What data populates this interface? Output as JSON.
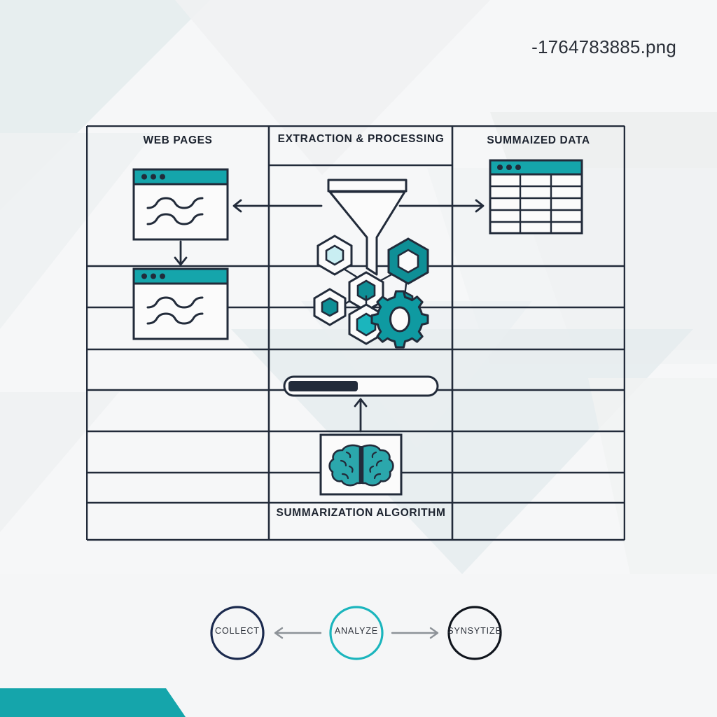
{
  "caption": {
    "filename": "-1764783885.png"
  },
  "colors": {
    "teal": "#15a5ab",
    "teal_dark": "#0f8f96",
    "teal_light": "#2bc4cb",
    "teal_pale": "#c9eef2",
    "navy": "#222b3a",
    "navy_dark": "#1b2433",
    "ink": "#1d2430",
    "background": "#f4f5f6",
    "arrow_gray": "#8d9298",
    "circle_collect": "#1b2a4e",
    "circle_analyze": "#1bb5bd",
    "circle_synsytize": "#10151d",
    "banner_teal": "#15a5ab"
  },
  "diagram": {
    "columns": [
      {
        "id": "web-pages",
        "header": "WEB PAGES",
        "icons": [
          "browser-window-icon",
          "down-arrow-icon",
          "browser-window-icon"
        ]
      },
      {
        "id": "extraction-processing",
        "header": "EXTRACTION & PROCESSING",
        "footer": "SUMMARIZATION ALGORITHM",
        "icons": [
          "funnel-icon",
          "hexagon-network-icon",
          "gear-icon",
          "progress-bar-icon",
          "up-arrow-icon",
          "brain-icon"
        ]
      },
      {
        "id": "summarized-data",
        "header": "SUMMAIZED DATA",
        "icons": [
          "data-table-icon"
        ]
      }
    ],
    "arrows": [
      {
        "name": "arrow-to-web-pages",
        "direction": "left"
      },
      {
        "name": "arrow-to-summarized-data",
        "direction": "right"
      },
      {
        "name": "arrow-between-browsers",
        "direction": "down"
      },
      {
        "name": "arrow-brain-to-progress",
        "direction": "up"
      }
    ],
    "progress": {
      "name": "processing-progress-bar",
      "percent": 48
    },
    "browser_window": {
      "dots": 3,
      "text_lines": 2
    },
    "data_table": {
      "columns": 3,
      "rows": 5
    },
    "grid": {
      "row_count": 8,
      "column_count": 3
    }
  },
  "steps": [
    {
      "id": "collect",
      "label": "COLLECT"
    },
    {
      "id": "analyze",
      "label": "ANALYZE"
    },
    {
      "id": "synsytize",
      "label": "SYNSYTIZE"
    }
  ],
  "step_arrows": [
    {
      "name": "arrow-analyze-to-collect",
      "direction": "left"
    },
    {
      "name": "arrow-analyze-to-synsytize",
      "direction": "right"
    }
  ]
}
